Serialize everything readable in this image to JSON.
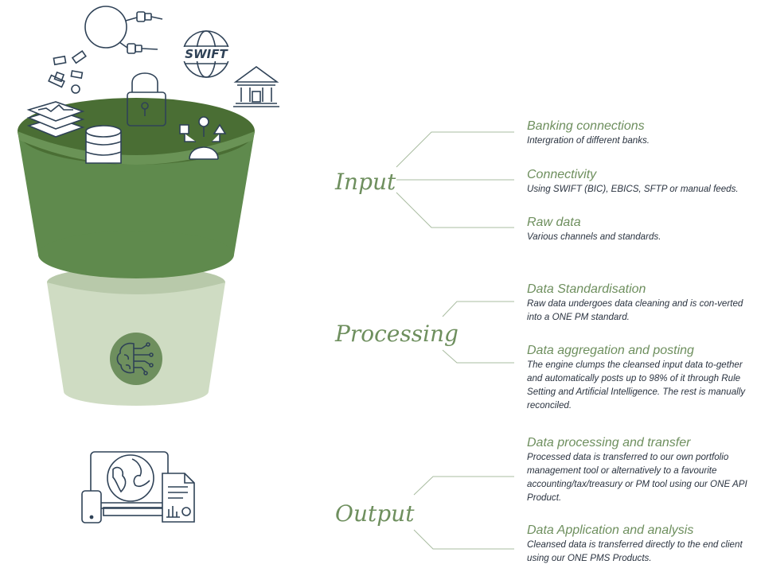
{
  "stages": {
    "input": "Input",
    "processing": "Processing",
    "output": "Output"
  },
  "icons": {
    "swift_text": "SWIFT"
  },
  "colors": {
    "funnel_top": "#5f8a4d",
    "funnel_top_inner": "#4a6e34",
    "funnel_bottom": "#cfdcc3",
    "accent_text": "#6e8f5e",
    "body_text": "#2a3340",
    "icon_stroke": "#2f4257",
    "connector": "#a9bca0"
  },
  "items": [
    {
      "title": "Banking connections",
      "desc": "Intergration of different banks."
    },
    {
      "title": "Connectivity",
      "desc": "Using SWIFT (BIC), EBICS, SFTP or manual feeds."
    },
    {
      "title": "Raw data",
      "desc": "Various channels and standards."
    },
    {
      "title": "Data Standardisation",
      "desc": "Raw data undergoes data cleaning and is con-verted into a ONE PM standard."
    },
    {
      "title": "Data aggregation and posting",
      "desc": "The engine clumps the cleansed input data to-gether and automatically posts up to 98% of it through Rule Setting and Artificial Intelligence. The rest is manually reconciled."
    },
    {
      "title": "Data processing and transfer",
      "desc": "Processed data is transferred to our own portfolio management tool or alternatively to a favourite accounting/tax/treasury or PM tool using our ONE API Product."
    },
    {
      "title": "Data Application and analysis",
      "desc": "Cleansed data is transferred directly to the end client using our ONE PMS Products."
    }
  ]
}
